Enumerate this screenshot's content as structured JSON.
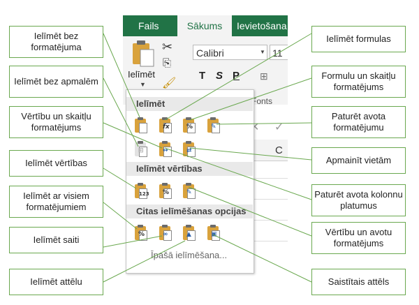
{
  "ribbon": {
    "tabs": [
      "Fails",
      "Sākums",
      "Ievietošana"
    ],
    "active_tab": "Sākums",
    "paste_label": "Ielīmēt",
    "font_name": "Calibri",
    "font_size": "11",
    "format_buttons": [
      "T",
      "S",
      "P"
    ],
    "fonts_group": "Fonts",
    "column_label": "C"
  },
  "menu": {
    "section_paste": "Ielīmēt",
    "section_values": "Ielīmēt vērtības",
    "section_other": "Citas ielīmēšanas opcijas",
    "special_paste": "Īpašā ielīmēšana..."
  },
  "callouts": {
    "left": [
      "Ielīmēt bez formatējuma",
      "Ielīmēt bez apmalēm",
      "Vērtību un skaitļu formatējums",
      "Ielīmēt vērtības",
      "Ielīmēt ar visiem formatējumiem",
      "Ielīmēt saiti",
      "Ielīmēt attēlu"
    ],
    "right": [
      "Ielīmēt formulas",
      "Formulu un skaitļu formatējums",
      "Paturēt avota formatējumu",
      "Apmainīt vietām",
      "Paturēt avota kolonnu platumus",
      "Vērtību un avotu formatējums",
      "Saistītais attēls"
    ]
  },
  "colors": {
    "excel_green": "#217346",
    "callout_border": "#6aa84f",
    "clipboard": "#d9a23c"
  }
}
